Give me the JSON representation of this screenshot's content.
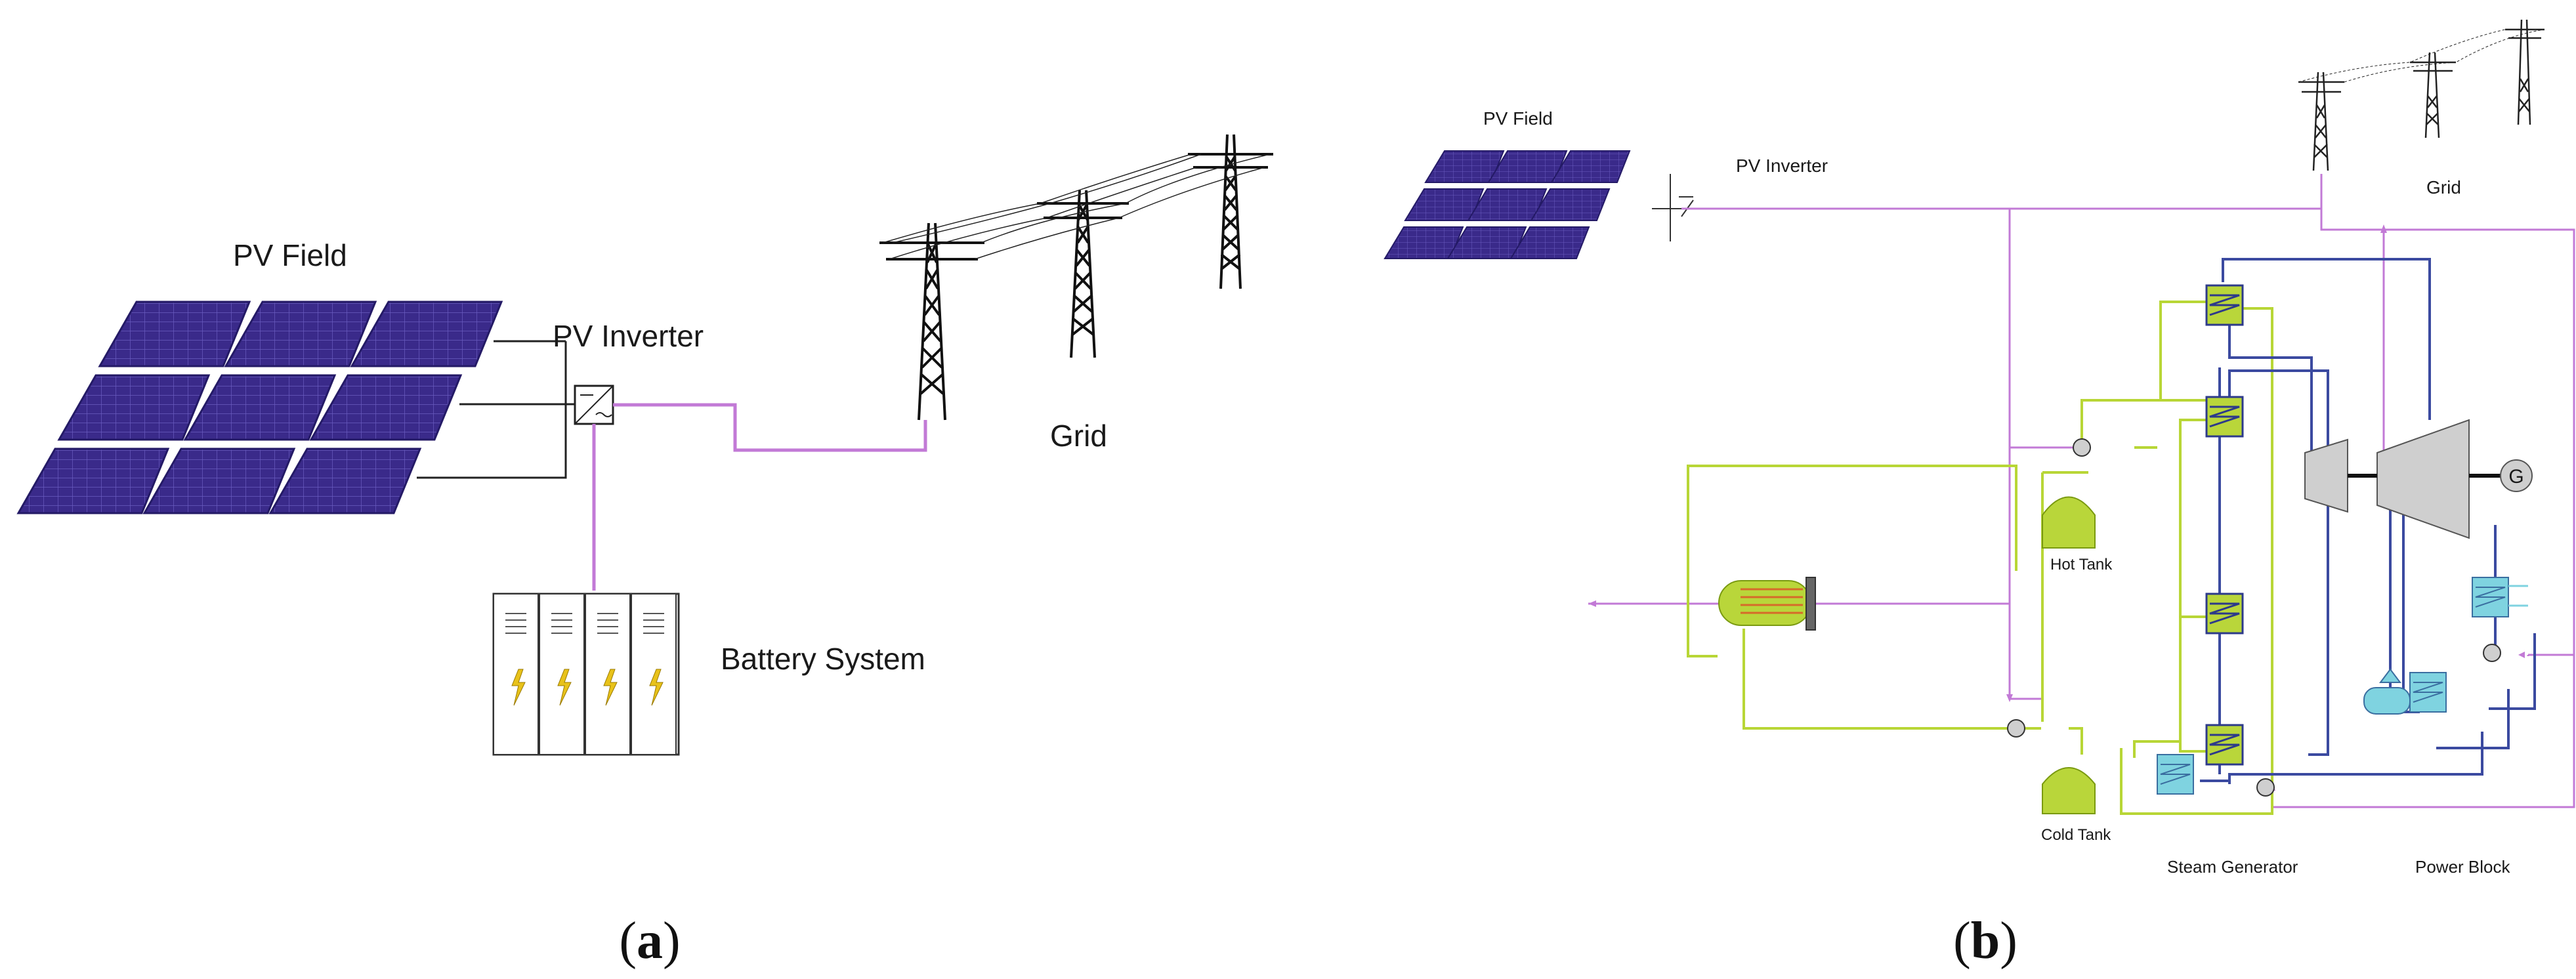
{
  "panel_a": {
    "labels": {
      "pv_field": "PV Field",
      "pv_inverter": "PV Inverter",
      "grid": "Grid",
      "battery_system": "Battery System"
    },
    "caption_letter": "a"
  },
  "panel_b": {
    "labels": {
      "pv_field": "PV Field",
      "pv_inverter": "PV Inverter",
      "grid": "Grid",
      "hot_tank": "Hot Tank",
      "cold_tank": "Cold Tank",
      "steam_generator": "Steam Generator",
      "power_block": "Power Block",
      "generator": "G"
    },
    "caption_letter": "b"
  },
  "colors": {
    "electric_line": "#c27ad6",
    "salt_line": "#b8d636",
    "water_line": "#3b4aa0",
    "panel_fill": "#3b2b8c",
    "hx_fill": "#b9d63a",
    "cooling_fill": "#7fd3e0",
    "turbine_fill": "#c9c9c9"
  }
}
